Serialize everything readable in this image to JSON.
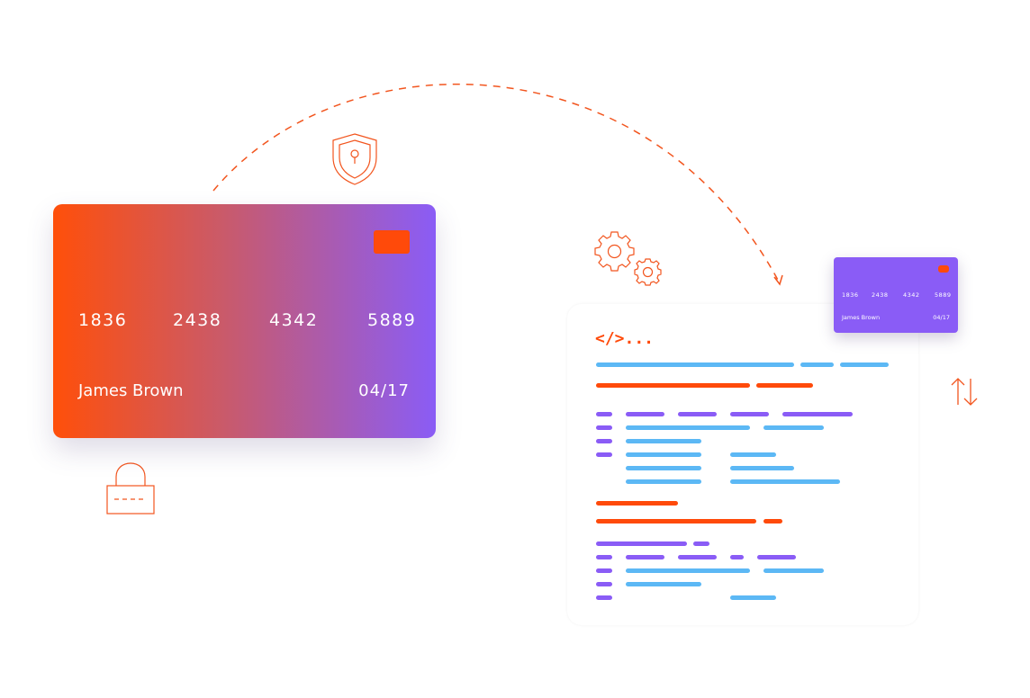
{
  "card_main": {
    "number_groups": [
      "1836",
      "2438",
      "4342",
      "5889"
    ],
    "holder": "James Brown",
    "expiry": "04/17"
  },
  "card_small": {
    "number_groups": [
      "1836",
      "2438",
      "4342",
      "5889"
    ],
    "holder": "James Brown",
    "expiry": "04/17"
  },
  "code_panel": {
    "tag": "</>..."
  },
  "colors": {
    "orange": "#ff4a0a",
    "purple": "#8a5cf6",
    "blue": "#5cb8f5"
  },
  "icons": [
    "shield-keyhole-icon",
    "padlock-icon",
    "gears-icon",
    "transfer-arrows-icon"
  ]
}
